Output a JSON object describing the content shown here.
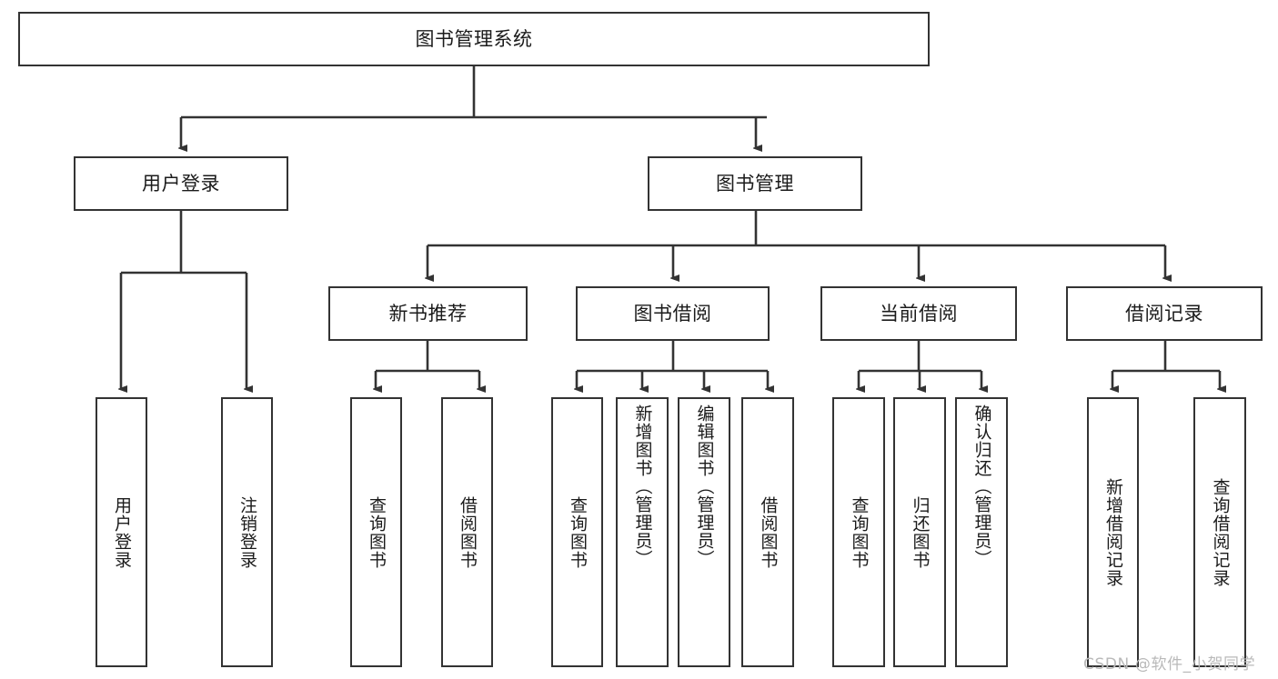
{
  "diagram": {
    "type": "tree-hierarchy",
    "title": "图书管理系统",
    "root": {
      "id": "root",
      "label": "图书管理系统"
    },
    "level1": [
      {
        "id": "user-login",
        "label": "用户登录"
      },
      {
        "id": "book-management",
        "label": "图书管理"
      }
    ],
    "level2": [
      {
        "id": "new-book-recommend",
        "label": "新书推荐",
        "parent": "book-management"
      },
      {
        "id": "book-borrow",
        "label": "图书借阅",
        "parent": "book-management"
      },
      {
        "id": "current-borrow",
        "label": "当前借阅",
        "parent": "book-management"
      },
      {
        "id": "borrow-record",
        "label": "借阅记录",
        "parent": "book-management"
      }
    ],
    "leaves": {
      "user_login": [
        {
          "id": "leaf-user-login",
          "label": "用户登录"
        },
        {
          "id": "leaf-user-logout",
          "label": "注销登录"
        }
      ],
      "new_book_recommend": [
        {
          "id": "leaf-query-book-1",
          "label": "查询图书"
        },
        {
          "id": "leaf-borrow-book-1",
          "label": "借阅图书"
        }
      ],
      "book_borrow": [
        {
          "id": "leaf-query-book-2",
          "label": "查询图书"
        },
        {
          "id": "leaf-add-book",
          "label": "新增图书（管理员）"
        },
        {
          "id": "leaf-edit-book",
          "label": "编辑图书（管理员）"
        },
        {
          "id": "leaf-borrow-book-2",
          "label": "借阅图书"
        }
      ],
      "current_borrow": [
        {
          "id": "leaf-query-book-3",
          "label": "查询图书"
        },
        {
          "id": "leaf-return-book",
          "label": "归还图书"
        },
        {
          "id": "leaf-confirm-return",
          "label": "确认归还（管理员）"
        }
      ],
      "borrow_record": [
        {
          "id": "leaf-add-record",
          "label": "新增借阅记录"
        },
        {
          "id": "leaf-query-record",
          "label": "查询借阅记录"
        }
      ]
    },
    "colors": {
      "box_border": "#333333",
      "box_fill": "#ffffff",
      "edge": "#333333",
      "text": "#1b1b1b",
      "background": "#ffffff",
      "watermark": "#b9b9b9"
    }
  },
  "watermark": {
    "text": "CSDN @软件_小贺同学"
  }
}
